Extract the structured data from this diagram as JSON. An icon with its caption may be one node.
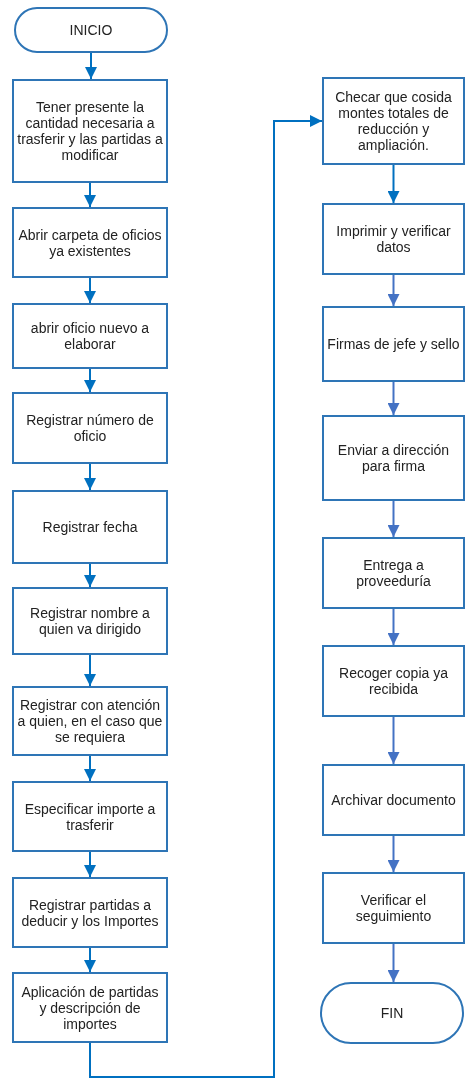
{
  "diagram": {
    "nodes": [
      {
        "text": [
          "INICIO"
        ]
      },
      {
        "text": [
          "Tener presente la cantidad necesaria a trasferir y las partidas a modificar"
        ]
      },
      {
        "text": [
          "Abrir carpeta de oficios ya existentes"
        ]
      },
      {
        "text": [
          "abrir oficio nuevo a elaborar"
        ]
      },
      {
        "text": [
          "Registrar número de oficio"
        ]
      },
      {
        "text": [
          "Registrar fecha"
        ]
      },
      {
        "text": [
          "Registrar nombre a quien va dirigido"
        ]
      },
      {
        "text": [
          "Registrar con atención a quien, en el caso que se requiera"
        ]
      },
      {
        "text": [
          "Especificar importe a trasferir"
        ]
      },
      {
        "text": [
          "Registrar partidas a deducir y los Importes"
        ]
      },
      {
        "text": [
          "Aplicación de partidas y descripción de importes"
        ]
      },
      {
        "text": [
          "Checar que cosida montes totales de reducción y ampliación."
        ]
      },
      {
        "text": [
          "Imprimir y verificar datos"
        ]
      },
      {
        "text": [
          "Firmas de jefe y sello"
        ]
      },
      {
        "text": [
          "Enviar a dirección para firma"
        ]
      },
      {
        "text": [
          "Entrega a proveeduría"
        ]
      },
      {
        "text": [
          "Recoger copia ya recibida"
        ]
      },
      {
        "text": [
          "Archivar documento"
        ]
      },
      {
        "text": [
          "Verificar el seguimiento"
        ]
      },
      {
        "text": [
          "FIN"
        ]
      }
    ],
    "edges": [
      {
        "from": 0,
        "to": 1,
        "arrow": "to"
      },
      {
        "from": 1,
        "to": 2,
        "arrow": "to"
      },
      {
        "from": 2,
        "to": 3,
        "arrow": "to"
      },
      {
        "from": 3,
        "to": 4,
        "arrow": "to"
      },
      {
        "from": 4,
        "to": 5,
        "arrow": "to"
      },
      {
        "from": 5,
        "to": 6,
        "arrow": "to"
      },
      {
        "from": 6,
        "to": 7,
        "arrow": "to"
      },
      {
        "from": 7,
        "to": 8,
        "arrow": "to"
      },
      {
        "from": 8,
        "to": 9,
        "arrow": "to"
      },
      {
        "from": 9,
        "to": 10,
        "arrow": "to"
      },
      {
        "from": 10,
        "to": 11,
        "arrow": "to"
      },
      {
        "from": 11,
        "to": 12,
        "arrow": "to"
      },
      {
        "from": 12,
        "to": 13,
        "arrow": "to",
        "color": "#4472c4"
      },
      {
        "from": 13,
        "to": 14,
        "arrow": "to",
        "color": "#4472c4"
      },
      {
        "from": 14,
        "to": 15,
        "arrow": "to",
        "color": "#4472c4"
      },
      {
        "from": 15,
        "to": 16,
        "arrow": "to",
        "color": "#4472c4"
      },
      {
        "from": 16,
        "to": 17,
        "arrow": "to",
        "color": "#4472c4"
      },
      {
        "from": 17,
        "to": 18,
        "arrow": "to",
        "color": "#4472c4"
      },
      {
        "from": 18,
        "to": 19,
        "arrow": "to",
        "color": "#4472c4"
      }
    ]
  }
}
